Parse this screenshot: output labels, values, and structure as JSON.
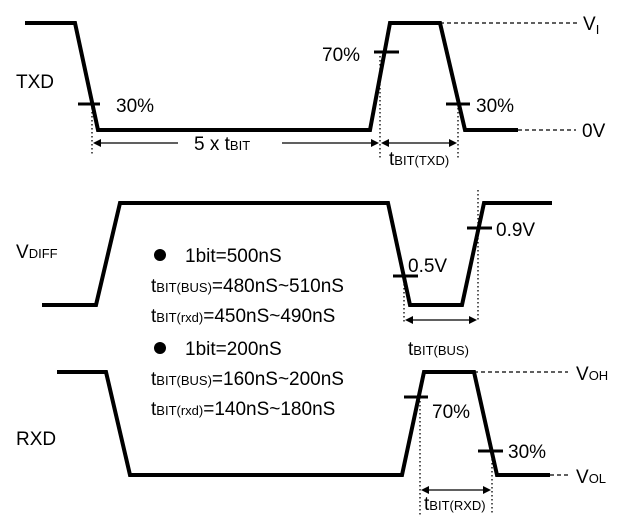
{
  "txd": {
    "label": "TXD",
    "pct_low": "30%",
    "pct_high": "70%",
    "pct_fall": "30%",
    "span_prefix": "5 x t",
    "span_sub": "BIT",
    "tbit_main": "t",
    "tbit_sub": "BIT(TXD)",
    "vi_main": "V",
    "vi_sub": "I",
    "zero_v": "0V"
  },
  "vdiff": {
    "label_main": "V",
    "label_sub": "DIFF",
    "level_low": "0.5V",
    "level_high": "0.9V",
    "tbit_main": "t",
    "tbit_sub": "BIT(BUS)"
  },
  "spec": {
    "bullet1": "1bit=500nS",
    "line1_t": "t",
    "line1_sub": "BIT(BUS)",
    "line1_val": "=480nS~510nS",
    "line2_t": "t",
    "line2_sub": "BIT(rxd)",
    "line2_val": "=450nS~490nS",
    "bullet2": "1bit=200nS",
    "line3_t": "t",
    "line3_sub": "BIT(BUS)",
    "line3_val": "=160nS~200nS",
    "line4_t": "t",
    "line4_sub": "BIT(rxd)",
    "line4_val": "=140nS~180nS"
  },
  "rxd": {
    "label": "RXD",
    "pct_high": "70%",
    "pct_low": "30%",
    "voh_main": "V",
    "voh_sub": "OH",
    "vol_main": "V",
    "vol_sub": "OL",
    "tbit_main": "t",
    "tbit_sub": "BIT(RXD)"
  }
}
